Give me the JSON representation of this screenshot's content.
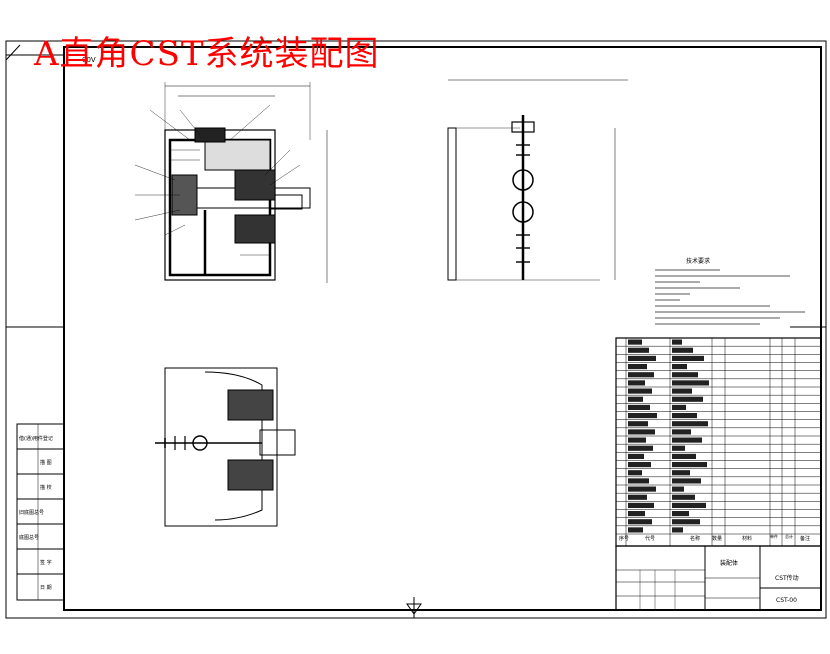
{
  "overlay_title": "A直角CST系统装配图",
  "corner_stamp": "00V",
  "technical_requirements_heading": "技术要求",
  "left_column_labels": [
    "借(通)用件登记",
    "描 图",
    "描 校",
    "旧底图总号",
    "底图总号",
    "签 字",
    "日 期"
  ],
  "parts_list": {
    "header": [
      "序号",
      "代号",
      "名称",
      "数量",
      "材料",
      "单件",
      "总计",
      "备注"
    ],
    "row_count": 24
  },
  "title_block": {
    "assembly_label": "装配体",
    "drawing_name": "CST传动",
    "drawing_number": "CST-00"
  },
  "colors": {
    "overlay_red": "#ff0000",
    "line_black": "#000000",
    "background": "#ffffff"
  }
}
